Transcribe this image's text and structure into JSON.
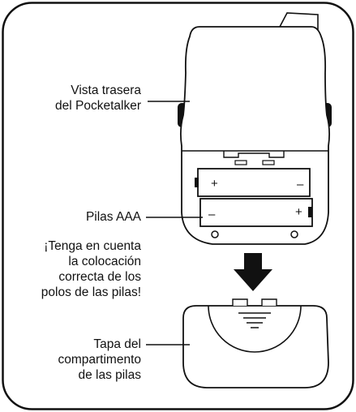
{
  "labels": {
    "back_view": [
      "Vista trasera",
      "del Pocketalker"
    ],
    "batteries": [
      "Pilas AAA"
    ],
    "note": [
      "¡Tenga en cuenta",
      "la colocación",
      "correcta de los",
      "polos de las pilas!"
    ],
    "cover": [
      "Tapa del",
      "compartimento",
      "de las pilas"
    ]
  },
  "battery_signs": {
    "top_left": "+",
    "top_right": "–",
    "bottom_left": "–",
    "bottom_right": "+"
  },
  "colors": {
    "stroke": "#111111",
    "fill": "#ffffff",
    "dark": "#111111"
  }
}
